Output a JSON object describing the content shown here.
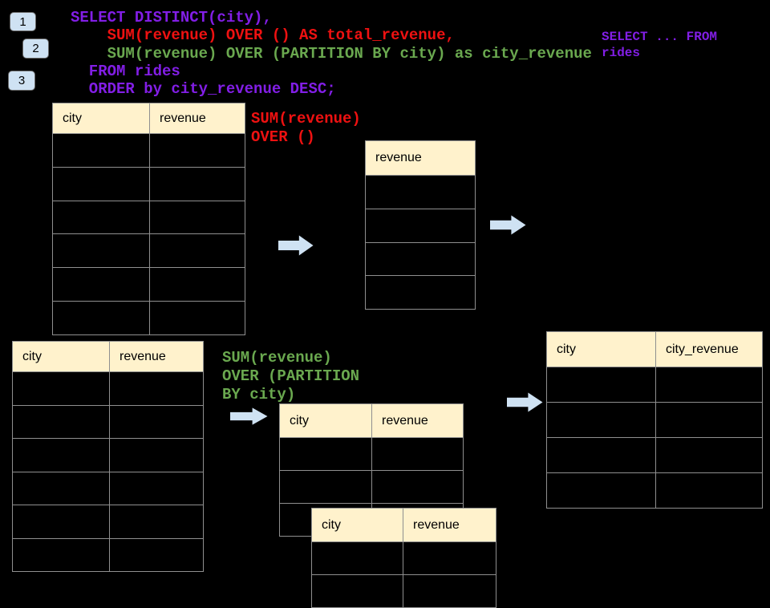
{
  "colors": {
    "background": "#000000",
    "purple": "#821EE6",
    "red": "#EE1111",
    "green": "#6AA84F",
    "table_header_bg": "#FFF2CC",
    "table_border": "#8F8F8F",
    "arrow_fill": "#CFE2F3",
    "badge_bg": "#CFE2F3"
  },
  "badges": [
    "1",
    "2",
    "3"
  ],
  "sql_code": {
    "lines": [
      {
        "text": "SELECT DISTINCT(city),",
        "color": "purple"
      },
      {
        "text": "    SUM(revenue) OVER () AS total_revenue,",
        "color": "red"
      },
      {
        "text": "    SUM(revenue) OVER (PARTITION BY city) as city_revenue",
        "color": "green"
      },
      {
        "text": "  FROM rides",
        "color": "purple"
      },
      {
        "text": "  ORDER by city_revenue DESC;",
        "color": "purple"
      }
    ]
  },
  "side_note": {
    "color": "purple",
    "lines": [
      "SELECT ... FROM",
      "rides"
    ]
  },
  "total_annotation": {
    "color": "red",
    "lines": [
      "SUM(revenue)",
      "OVER ()"
    ]
  },
  "partition_annotation": {
    "color": "green",
    "lines": [
      "SUM(revenue)",
      "OVER (PARTITION",
      "BY city)"
    ]
  },
  "tables": {
    "source_top": {
      "headers": [
        "city",
        "revenue"
      ],
      "rows": 6
    },
    "total_revenue": {
      "headers": [
        "revenue"
      ],
      "rows": 4
    },
    "source_bottom": {
      "headers": [
        "city",
        "revenue"
      ],
      "rows": 6
    },
    "partition_first": {
      "headers": [
        "city",
        "revenue"
      ],
      "rows": 3
    },
    "partition_second": {
      "headers": [
        "city",
        "revenue"
      ],
      "rows": 2
    },
    "result": {
      "headers": [
        "city",
        "city_revenue"
      ],
      "rows": 4
    }
  }
}
